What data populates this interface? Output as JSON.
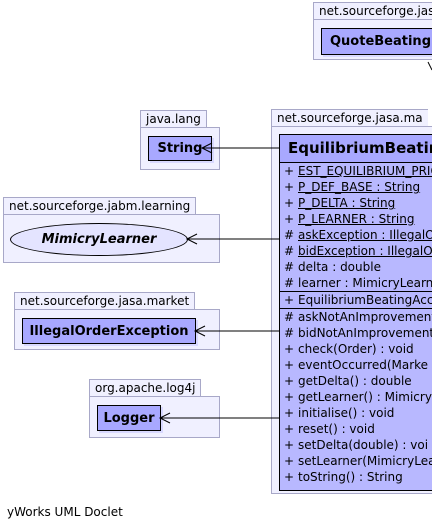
{
  "packages": [
    {
      "id": "quote",
      "name": "net.sourceforge.jasa",
      "classes": [
        {
          "name": "QuoteBeating"
        }
      ]
    },
    {
      "id": "javalang",
      "name": "java.lang",
      "classes": [
        {
          "name": "String"
        }
      ]
    },
    {
      "id": "learning",
      "name": "net.sourceforge.jabm.learning",
      "classes": [
        {
          "name": "MimicryLearner",
          "kind": "interface"
        }
      ]
    },
    {
      "id": "market",
      "name": "net.sourceforge.jasa.market",
      "classes": [
        {
          "name": "IllegalOrderException"
        }
      ]
    },
    {
      "id": "log4j",
      "name": "org.apache.log4j",
      "classes": [
        {
          "name": "Logger"
        }
      ]
    },
    {
      "id": "main",
      "name": "net.sourceforge.jasa.ma"
    }
  ],
  "main_class": {
    "name": "EquilibriumBeatin",
    "fields": [
      {
        "vis": "+",
        "text": "EST_EQUILIBRIUM_PRIC",
        "static": true
      },
      {
        "vis": "+",
        "text": "P_DEF_BASE : String",
        "static": true
      },
      {
        "vis": "+",
        "text": "P_DELTA : String",
        "static": true
      },
      {
        "vis": "+",
        "text": "P_LEARNER : String",
        "static": true
      },
      {
        "vis": "#",
        "text": "askException : IllegalO",
        "static": true
      },
      {
        "vis": "#",
        "text": "bidException : IllegalO",
        "static": true
      },
      {
        "vis": "#",
        "text": "delta : double",
        "static": false
      },
      {
        "vis": "#",
        "text": "learner : MimicryLearne",
        "static": false
      }
    ],
    "constructors": [
      {
        "vis": "+",
        "text": "EquilibriumBeatingAcc"
      }
    ],
    "methods": [
      {
        "vis": "#",
        "text": "askNotAnImprovement"
      },
      {
        "vis": "#",
        "text": "bidNotAnImprovement"
      },
      {
        "vis": "+",
        "text": "check(Order) : void"
      },
      {
        "vis": "+",
        "text": "eventOccurred(Marke"
      },
      {
        "vis": "+",
        "text": "getDelta() : double"
      },
      {
        "vis": "+",
        "text": "getLearner() : Mimicry"
      },
      {
        "vis": "+",
        "text": "initialise() : void"
      },
      {
        "vis": "+",
        "text": "reset() : void"
      },
      {
        "vis": "+",
        "text": "setDelta(double) : voi"
      },
      {
        "vis": "+",
        "text": "setLearner(MimicryLea"
      },
      {
        "vis": "+",
        "text": "toString() : String"
      }
    ]
  },
  "footer": "yWorks UML Doclet",
  "colors": {
    "package_fill": "#f0f0ff",
    "class_fill": "#a8a8ff",
    "main_fill": "#b8b8ff",
    "interface_fill": "#e4e4ff"
  }
}
